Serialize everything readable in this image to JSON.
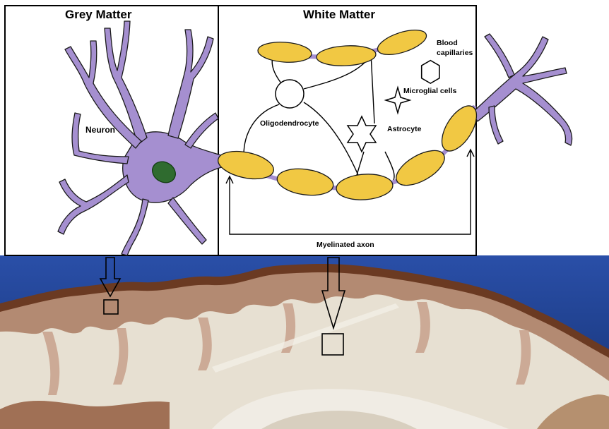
{
  "panels": {
    "grey_title": "Grey Matter",
    "white_title": "White Matter"
  },
  "labels": {
    "neuron": "Neuron",
    "blood_capillaries_line1": "Blood",
    "blood_capillaries_line2": "capillaries",
    "microglial_cells": "Microglial cells",
    "oligodendrocyte": "Oligodendrocyte",
    "astrocyte": "Astrocyte",
    "myelinated_axon": "Myelinated axon"
  },
  "colors": {
    "neuron_fill": "#a58fd0",
    "nucleus_fill": "#2f6b2f",
    "myelin_fill": "#f1c843",
    "photo_background": "#1f3f8f",
    "white_matter_tissue": "#e7e0d2",
    "grey_matter_tissue": "#b38a72"
  },
  "icons": {
    "blood_capillaries": "hexagon-icon",
    "microglial_cells": "four-point-star-icon",
    "oligodendrocyte": "circle-icon",
    "astrocyte": "six-point-star-icon"
  }
}
